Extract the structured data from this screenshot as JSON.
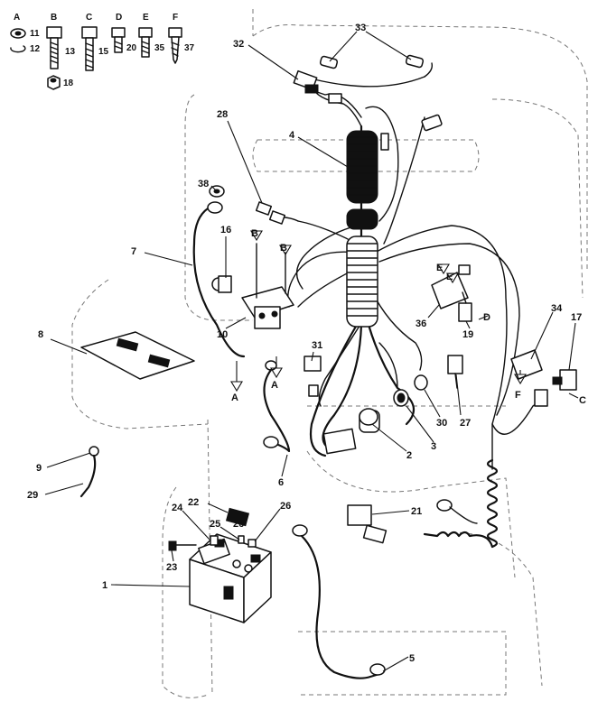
{
  "hardware_key": [
    {
      "letter": "A",
      "items": [
        "11",
        "12",
        "18"
      ]
    },
    {
      "letter": "B",
      "items": [
        "13"
      ]
    },
    {
      "letter": "C",
      "items": [
        "15"
      ]
    },
    {
      "letter": "D",
      "items": [
        "20"
      ]
    },
    {
      "letter": "E",
      "items": [
        "35"
      ]
    },
    {
      "letter": "F",
      "items": [
        "37"
      ]
    }
  ],
  "part_callouts": [
    "1",
    "2",
    "3",
    "4",
    "5",
    "6",
    "7",
    "8",
    "9",
    "10",
    "16",
    "17",
    "19",
    "21",
    "22",
    "23",
    "24",
    "25",
    "26",
    "26",
    "27",
    "28",
    "29",
    "30",
    "31",
    "32",
    "33",
    "34",
    "36",
    "38"
  ],
  "connection_letters": [
    "A",
    "A",
    "B",
    "B",
    "C",
    "D",
    "E",
    "E",
    "F"
  ]
}
